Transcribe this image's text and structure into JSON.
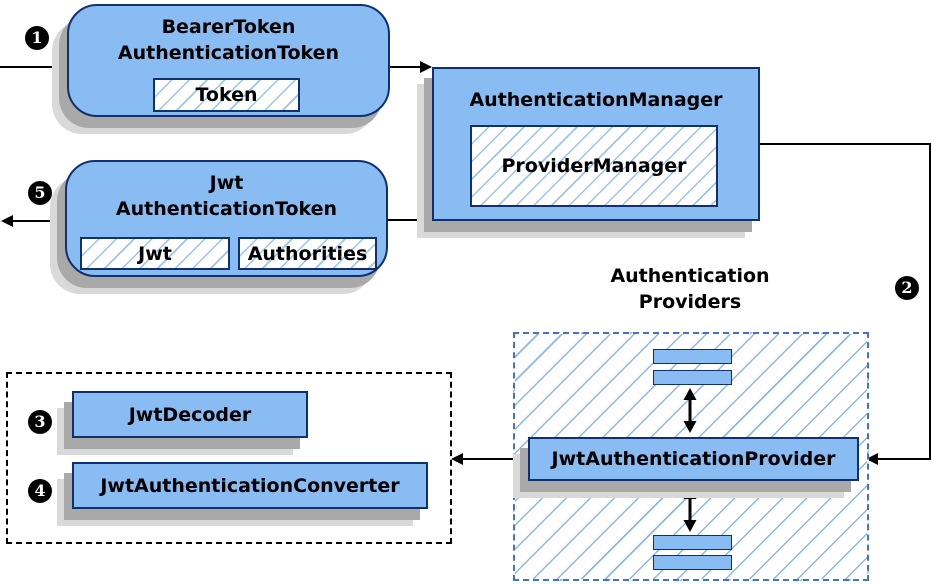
{
  "diagram": {
    "step_badges": {
      "step1": "1",
      "step2": "2",
      "step3": "3",
      "step4": "4",
      "step5": "5"
    },
    "bearer_token_box": {
      "title_line1": "BearerToken",
      "title_line2": "AuthenticationToken",
      "token_field": "Token"
    },
    "authentication_manager_box": {
      "title": "AuthenticationManager",
      "provider_manager": "ProviderManager"
    },
    "jwt_authentication_token_box": {
      "title_line1": "Jwt",
      "title_line2": "AuthenticationToken",
      "jwt_field": "Jwt",
      "authorities_field": "Authorities"
    },
    "authentication_providers_label": {
      "line1": "Authentication",
      "line2": "Providers"
    },
    "jwt_authentication_provider_box": {
      "label": "JwtAuthenticationProvider"
    },
    "decoder_group": {
      "jwt_decoder": "JwtDecoder",
      "jwt_authentication_converter": "JwtAuthenticationConverter"
    },
    "colors": {
      "box_fill": "#89bcf2",
      "box_border": "#10306e",
      "hatch_line": "#8cb8e6",
      "dashed_container_border": "#4472c4",
      "badge_fill": "#000000"
    }
  }
}
